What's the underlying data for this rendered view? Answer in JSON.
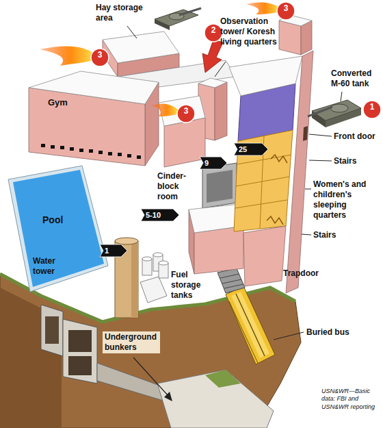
{
  "diagram": {
    "nodes": [
      {
        "text": [
          "3"
        ]
      },
      {
        "text": [
          "2"
        ]
      },
      {
        "text": [
          "3"
        ]
      },
      {
        "text": [
          "1"
        ]
      },
      {
        "text": [
          "3"
        ]
      },
      {
        "text": [
          "25"
        ]
      },
      {
        "text": [
          "9"
        ]
      },
      {
        "text": [
          "Pool"
        ]
      },
      {
        "text": [
          "5-10"
        ]
      },
      {
        "text": [
          "1"
        ]
      }
    ],
    "labels": [
      "Hay storage area",
      "Observation tower/ Koresh living quarters",
      "Converted M-60 tank",
      "Gym",
      "Front door",
      "Stairs",
      "Cinder-block room",
      "Women's and children's sleeping quarters",
      "Stairs",
      "Water tower",
      "Trapdoor",
      "Fuel storage tanks",
      "Buried bus",
      "Underground bunkers",
      "USN&WR—Basic data: FBI and USN&WR reporting"
    ]
  }
}
